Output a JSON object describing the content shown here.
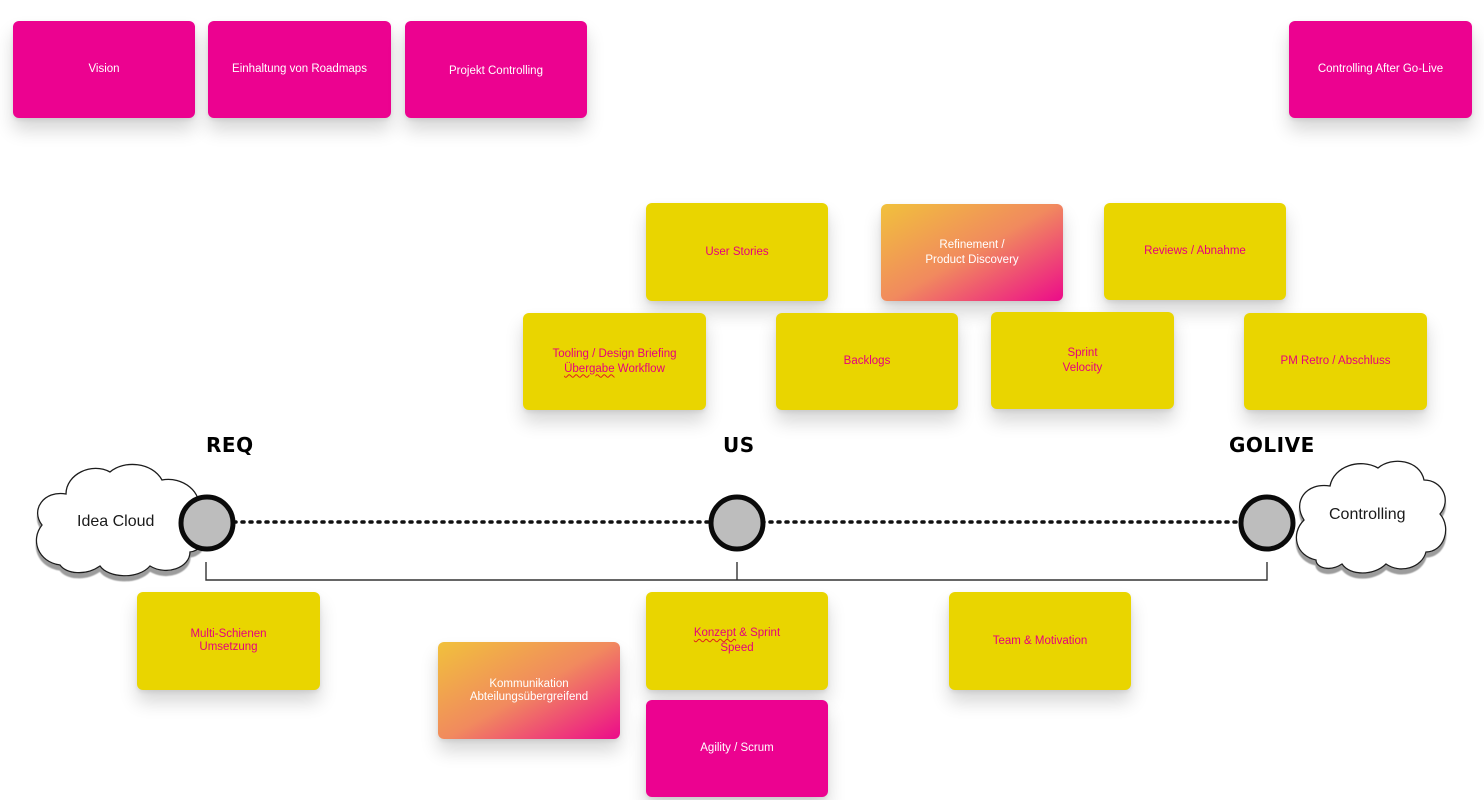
{
  "top_cards": {
    "vision": "Vision",
    "roadmaps": "Einhaltung von Roadmaps",
    "projekt_controlling": "Projekt Controlling",
    "controlling_after": "Controlling After Go-Live"
  },
  "upper_cards": {
    "user_stories": "User Stories",
    "refinement": "Refinement /\nProduct Discovery",
    "reviews": "Reviews / Abnahme",
    "tooling_line1": "Tooling / Design Briefing",
    "tooling_line2_word": "Übergabe",
    "tooling_line2_rest": " Workflow",
    "backlogs": "Backlogs",
    "sprint_velocity": "Sprint\nVelocity",
    "pm_retro": "PM Retro / Abschluss"
  },
  "milestones": {
    "req": "REQ",
    "us": "US",
    "golive": "GOLIVE"
  },
  "clouds": {
    "left": "Idea Cloud",
    "right": "Controlling"
  },
  "lower_cards": {
    "multi_schienen": "Multi-Schienen\nUmsetzung",
    "kommunikation": "Kommunikation\nAbteilungsübergreifend",
    "konzept_word": "Konzept",
    "konzept_rest": " & Sprint",
    "konzept_line2": "Speed",
    "team": "Team & Motivation",
    "agility": "Agility / Scrum"
  },
  "colors": {
    "magenta": "#ec0290",
    "yellow": "#e9d500",
    "card_text_on_yellow": "#e5007d",
    "node_fill": "#bdbdbd"
  }
}
